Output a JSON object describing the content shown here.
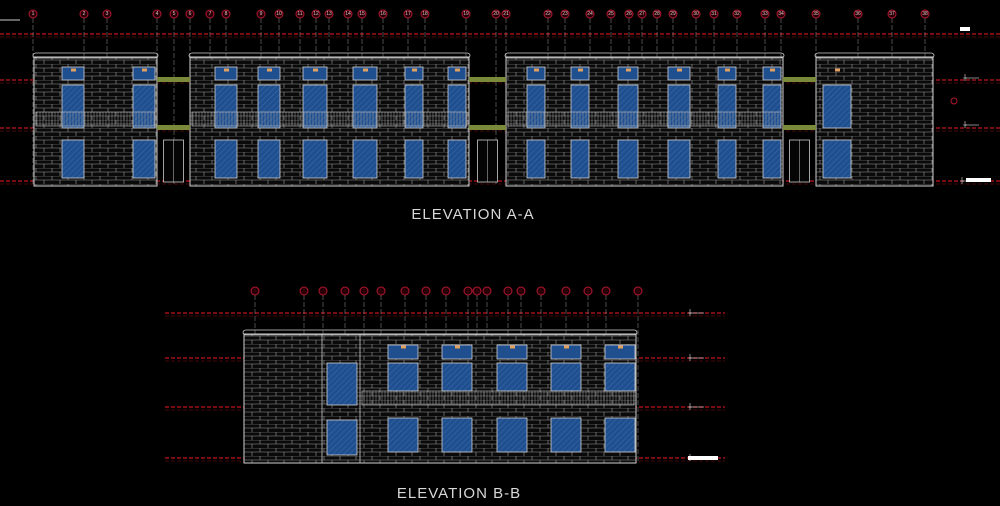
{
  "drawings": [
    {
      "title": "ELEVATION A-A",
      "grid_labels": [
        "1",
        "2",
        "3",
        "4",
        "5",
        "6",
        "7",
        "8",
        "9",
        "10",
        "11",
        "12",
        "13",
        "14",
        "15",
        "16",
        "17",
        "18",
        "19",
        "20",
        "21",
        "22",
        "23",
        "24",
        "25",
        "26",
        "27",
        "28",
        "29",
        "30",
        "31",
        "32",
        "33",
        "34",
        "35",
        "36",
        "37",
        "38"
      ]
    },
    {
      "title": "ELEVATION B-B"
    }
  ],
  "colors": {
    "background": "#000000",
    "level_line": "#c0141e",
    "grid_bubble": "#b01830",
    "building_outline": "#cfcfcf",
    "window_glass": "#1f4f8f",
    "planter": "#7a8a3a",
    "marker": "#e0a060"
  }
}
